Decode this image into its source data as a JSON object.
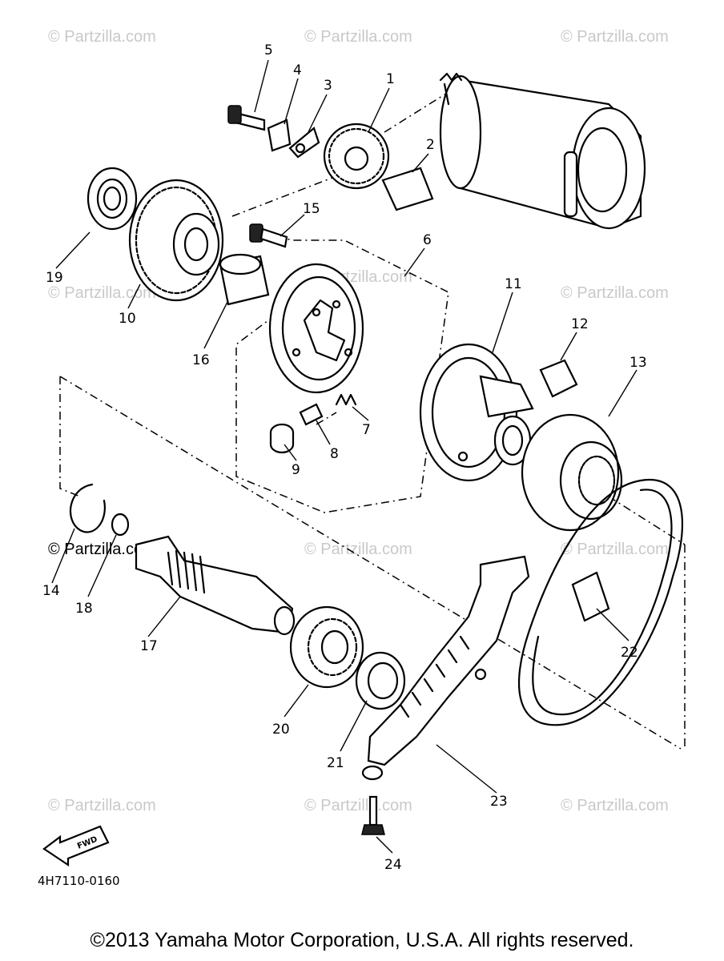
{
  "watermark": "© Partzilla.com",
  "diagram_code": "4H7110-0160",
  "fwd_label": "FWD",
  "copyright": "©2013 Yamaha Motor Corporation, U.S.A. All rights reserved.",
  "callouts": [
    "1",
    "2",
    "3",
    "4",
    "5",
    "6",
    "7",
    "8",
    "9",
    "10",
    "11",
    "12",
    "13",
    "14",
    "15",
    "16",
    "17",
    "18",
    "19",
    "20",
    "21",
    "22",
    "23",
    "24"
  ]
}
